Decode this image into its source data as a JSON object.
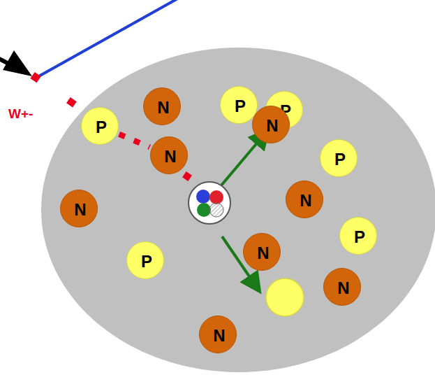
{
  "diagram": {
    "nodes": [
      {
        "text": [
          "N"
        ]
      },
      {
        "text": [
          "P"
        ]
      },
      {
        "text": [
          "P"
        ]
      },
      {
        "text": [
          "P"
        ]
      },
      {
        "text": [
          "N"
        ]
      },
      {
        "text": [
          "N"
        ]
      },
      {
        "text": [
          "P"
        ]
      },
      {
        "text": [
          "N"
        ]
      },
      {
        "text": [
          "N"
        ]
      },
      {
        "text": [
          "P"
        ]
      },
      {
        "text": [
          "N"
        ]
      },
      {
        "text": [
          "P"
        ]
      },
      {
        "text": [
          "N"
        ]
      },
      {
        "text": [
          "N"
        ]
      }
    ],
    "edges": [
      {
        "from": 3,
        "to": 5,
        "arrow": "none"
      }
    ],
    "labels": [
      "W+-"
    ]
  }
}
